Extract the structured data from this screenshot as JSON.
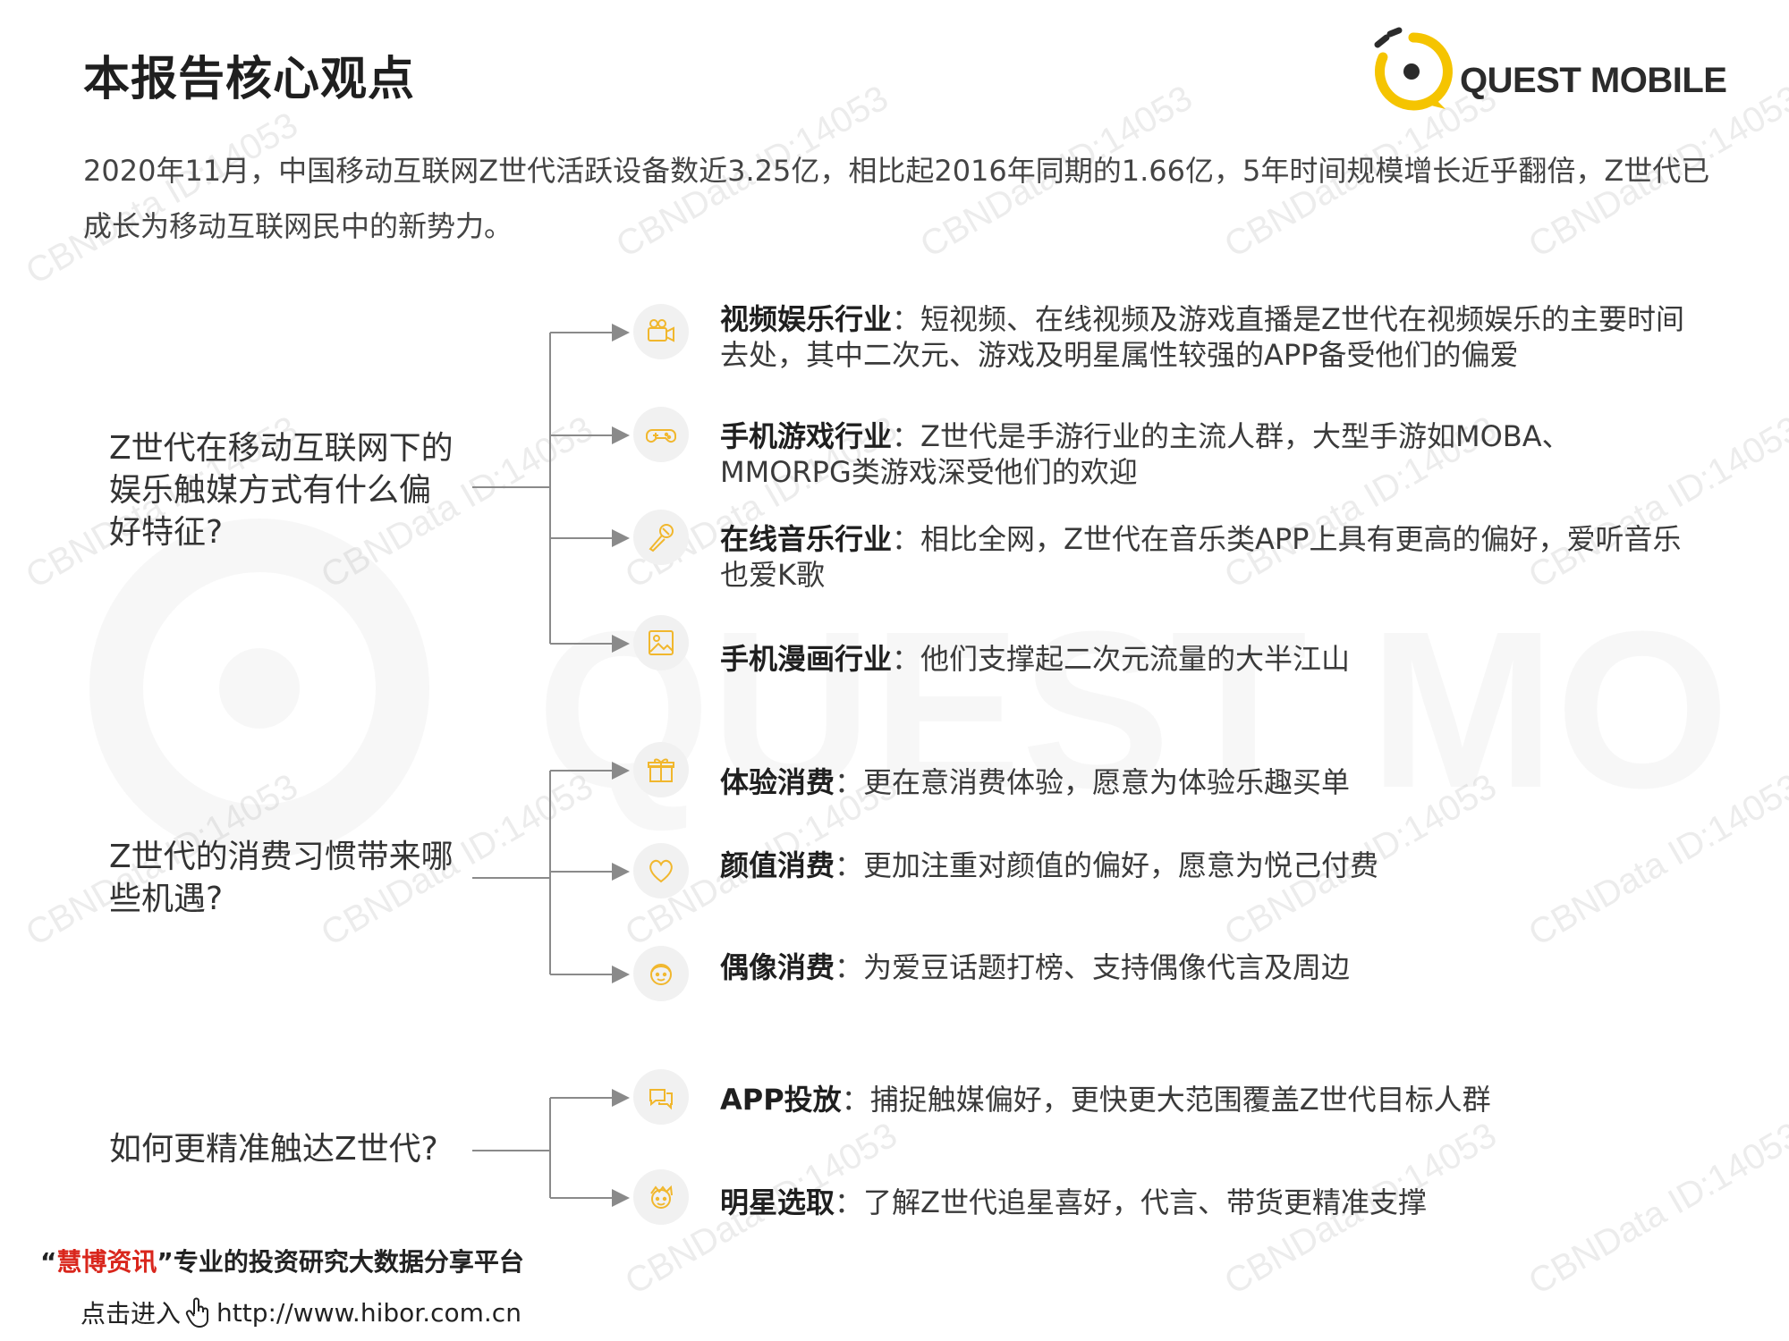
{
  "header": {
    "title": "本报告核心观点",
    "logo_text": "QUEST MOBILE"
  },
  "intro": "2020年11月，中国移动互联网Z世代活跃设备数近3.25亿，相比起2016年同期的1.66亿，5年时间规模增长近乎翻倍，Z世代已成长为移动互联网民中的新势力。",
  "sections": [
    {
      "question": "Z世代在移动互联网下的娱乐触媒方式有什么偏好特征?",
      "items": [
        {
          "icon": "video-camera-icon",
          "label": "视频娱乐行业",
          "sep": "：",
          "text": "短视频、在线视频及游戏直播是Z世代在视频娱乐的主要时间去处，其中二次元、游戏及明星属性较强的APP备受他们的偏爱"
        },
        {
          "icon": "gamepad-icon",
          "label": "手机游戏行业",
          "sep": "：",
          "text": "Z世代是手游行业的主流人群，大型手游如MOBA、MMORPG类游戏深受他们的欢迎"
        },
        {
          "icon": "microphone-icon",
          "label": "在线音乐行业",
          "sep": "：",
          "text": "相比全网，Z世代在音乐类APP上具有更高的偏好，爱听音乐也爱K歌"
        },
        {
          "icon": "image-icon",
          "label": "手机漫画行业",
          "sep": "：",
          "text": "他们支撑起二次元流量的大半江山"
        }
      ]
    },
    {
      "question": "Z世代的消费习惯带来哪些机遇?",
      "items": [
        {
          "icon": "gift-icon",
          "label": "体验消费",
          "sep": "：",
          "text": "更在意消费体验，愿意为体验乐趣买单"
        },
        {
          "icon": "heart-icon",
          "label": "颜值消费",
          "sep": "：",
          "text": "更加注重对颜值的偏好，愿意为悦己付费"
        },
        {
          "icon": "idol-face-icon",
          "label": "偶像消费",
          "sep": "：",
          "text": "为爱豆话题打榜、支持偶像代言及周边"
        }
      ]
    },
    {
      "question": "如何更精准触达Z世代?",
      "items": [
        {
          "icon": "chat-bubbles-icon",
          "label": "APP投放",
          "sep": "：",
          "text": "捕捉触媒偏好，更快更大范围覆盖Z世代目标人群"
        },
        {
          "icon": "star-face-icon",
          "label": "明星选取",
          "sep": "：",
          "text": "了解Z世代追星喜好，代言、带货更精准支撑"
        }
      ]
    }
  ],
  "footer": {
    "quote_open": "“",
    "brand": "慧博资讯",
    "quote_close": "”",
    "tagline": "专业的投资研究大数据分享平台",
    "click_text": "点击进入",
    "url": "http://www.hibor.com.cn"
  },
  "watermark": {
    "text": "CBNData ID:14053",
    "logo_text": "QUEST MOBILE"
  },
  "colors": {
    "accent": "#f5c400",
    "icon": "#f1b72d",
    "connector": "#8a8a8a",
    "footer_red": "#d9261c"
  }
}
